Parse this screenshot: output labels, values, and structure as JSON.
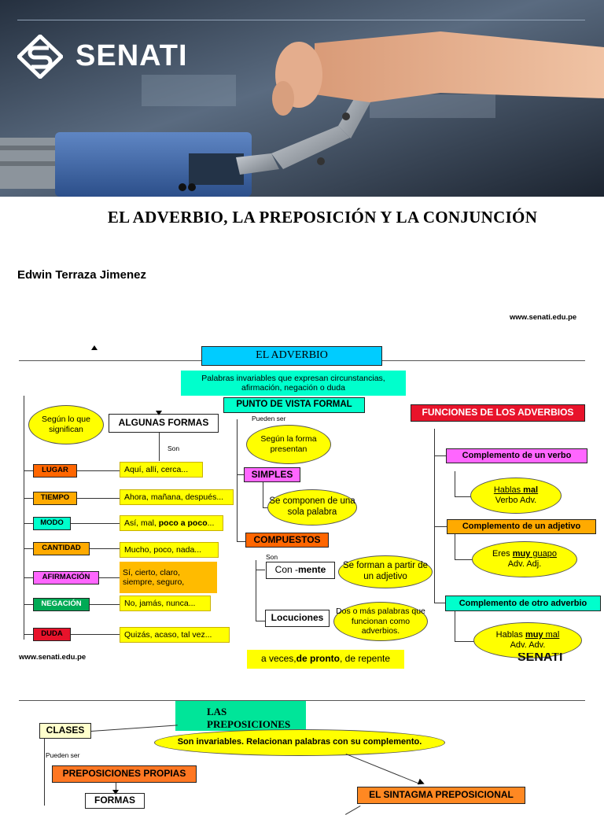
{
  "header": {
    "logo_text": "SENATI",
    "title": "EL ADVERBIO, LA PREPOSICIÓN Y LA CONJUNCIÓN",
    "author": "Edwin Terraza Jimenez",
    "url": "www.senati.edu.pe"
  },
  "adverbio": {
    "title": "EL ADVERBIO",
    "definition": "Palabras invariables que expresan circunstancias, afirmación, negación o duda",
    "algunas_formas": "ALGUNAS FORMAS",
    "segun_significan": "Según lo que significan",
    "son": "Son",
    "categories": [
      {
        "label": "LUGAR",
        "examples": "Aquí, allí, cerca..."
      },
      {
        "label": "TIEMPO",
        "examples": "Ahora, mañana, después..."
      },
      {
        "label": "MODO",
        "examples_a": "Así, mal,",
        "examples_b": "poco a poco"
      },
      {
        "label": "CANTIDAD",
        "examples": "Mucho, poco, nada..."
      },
      {
        "label": "AFIRMACIÓN",
        "examples": "Sí, cierto, claro, siempre, seguro,"
      },
      {
        "label": "NEGACIÓN",
        "examples": "No, jamás, nunca..."
      },
      {
        "label": "DUDA",
        "examples": "Quizás, acaso, tal vez..."
      }
    ],
    "punto_vista": "PUNTO DE VISTA FORMAL",
    "pueden_ser": "Pueden ser",
    "segun_forma": "Según la forma presentan",
    "simples": "SIMPLES",
    "simples_desc": "Se componen de una sola palabra",
    "compuestos": "COMPUESTOS",
    "son2": "Son",
    "con_mente_a": "Con -",
    "con_mente_b": "mente",
    "con_mente_desc": "Se forman a partir de un adjetivo",
    "locuciones": "Locuciones",
    "locuciones_desc": "Dos o más palabras que funcionan como adverbios.",
    "locuciones_examples": [
      "a veces, ",
      "de pronto",
      ", de repente"
    ],
    "funciones_title": "FUNCIONES DE LOS ADVERBIOS",
    "funciones": [
      {
        "label": "Complemento de un verbo",
        "ex_a": "Hablas ",
        "ex_b": "mal",
        "ex_c": "",
        "ex_tags": "Verbo Adv."
      },
      {
        "label": "Complemento de un adjetivo",
        "ex_a": "Eres ",
        "ex_b": "muy",
        "ex_c": " guapo",
        "ex_tags": "Adv.   Adj."
      },
      {
        "label": "Complemento de otro adverbio",
        "ex_a": "Hablas ",
        "ex_b": "muy",
        "ex_c": "  mal",
        "ex_tags": "Adv.  Adv."
      }
    ],
    "logo_partial": "SENATI"
  },
  "preposiciones": {
    "title": "LAS PREPOSICIONES",
    "clases": "CLASES",
    "pueden_ser": "Pueden ser",
    "definition": "Son invariables. Relacionan palabras con su complemento.",
    "propias": "PREPOSICIONES PROPIAS",
    "formas": "FORMAS",
    "sintagma": "EL SINTAGMA PREPOSICIONAL"
  },
  "colors": {
    "cyan": "#00ffff",
    "yellow": "#ffff00",
    "orange": "#ff6600",
    "magenta": "#ff66ff",
    "green": "#00cc66",
    "red": "#e8132b"
  }
}
